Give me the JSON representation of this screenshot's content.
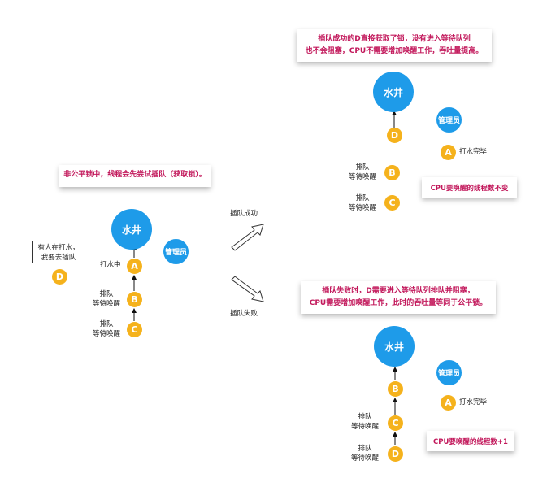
{
  "left": {
    "note": "非公平锁中，线程会先尝试插队（获取锁）。",
    "well": "水井",
    "manager": "管理员",
    "bubble_line1": "有人在打水，",
    "bubble_line2": "我要去插队",
    "node_d": "D",
    "node_a": "A",
    "node_b": "B",
    "node_c": "C",
    "label_a": "打水中",
    "label_b_line1": "排队",
    "label_b_line2": "等待唤醒",
    "label_c_line1": "排队",
    "label_c_line2": "等待唤醒"
  },
  "middle": {
    "success_label": "插队成功",
    "fail_label": "插队失败"
  },
  "top_right": {
    "note_line1": "插队成功的D直接获取了锁，没有进入等待队列",
    "note_line2": "也不会阻塞，CPU不需要增加唤醒工作，吞吐量提高。",
    "well": "水井",
    "manager": "管理员",
    "node_top": "D",
    "node_mid": "B",
    "node_bot": "C",
    "label_mid_line1": "排队",
    "label_mid_line2": "等待唤醒",
    "label_bot_line1": "排队",
    "label_bot_line2": "等待唤醒",
    "done_node": "A",
    "done_label": "打水完毕",
    "status": "CPU要唤醒的线程数不变"
  },
  "bottom_right": {
    "note_line1": "插队失败时，D需要进入等待队列排队并阻塞，",
    "note_line2": "CPU需要增加唤醒工作，此时的吞吐量等同于公平锁。",
    "well": "水井",
    "manager": "管理员",
    "node_top": "B",
    "node_mid": "C",
    "node_bot": "D",
    "label_mid_line1": "排队",
    "label_mid_line2": "等待唤醒",
    "label_bot_line1": "排队",
    "label_bot_line2": "等待唤醒",
    "done_node": "A",
    "done_label": "打水完毕",
    "status": "CPU要唤醒的线程数+1"
  }
}
